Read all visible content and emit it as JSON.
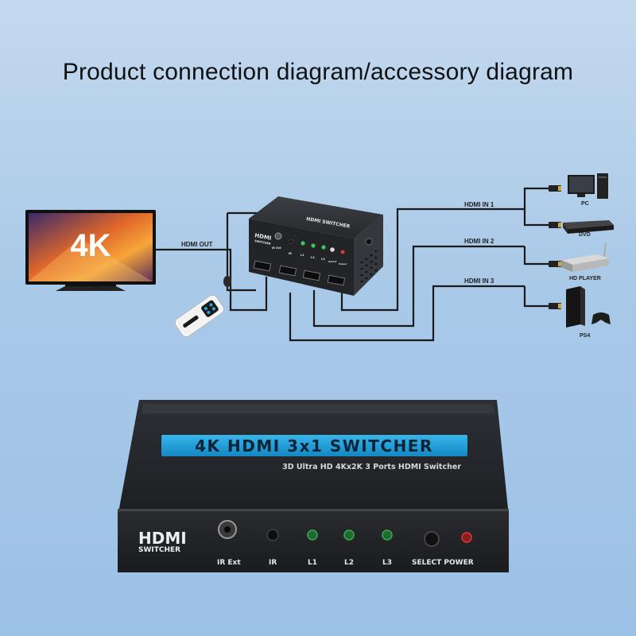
{
  "title": "Product connection diagram/accessory diagram",
  "tv": {
    "badge": "4K"
  },
  "connections": {
    "hdmi_out": "HDMI OUT",
    "hdmi_in_1": "HDMI IN 1",
    "hdmi_in_2": "HDMI IN 2",
    "hdmi_in_3": "HDMI IN 3"
  },
  "devices": {
    "pc": "PC",
    "dvd": "DVD",
    "hd_player": "HD PLAYER",
    "ps4": "PS4"
  },
  "small_switch": {
    "top_label": "HDMI SWITCHER",
    "logo_line1": "HDMI",
    "logo_line2": "SWITCHER",
    "ir_ext": "IR Ext",
    "ir": "IR",
    "l1": "L1",
    "l2": "L2",
    "l3": "L3",
    "select": "Select",
    "power": "Power"
  },
  "big_switch": {
    "banner": "4K HDMI 3x1 SWITCHER",
    "subtitle": "3D Ultra HD 4Kx2K 3 Ports HDMI Switcher",
    "logo_line1": "HDMI",
    "logo_line2": "SWITCHER",
    "ir_ext": "IR Ext",
    "ir": "IR",
    "l1": "L1",
    "l2": "L2",
    "l3": "L3",
    "select_power": "SELECT POWER"
  },
  "colors": {
    "background": "#a9c9e8",
    "device_body": "#2a2c30",
    "banner": "#1f9fd6",
    "led_green": "#2fb54a",
    "led_red": "#e02a2a",
    "cable": "#1a1a1a"
  }
}
